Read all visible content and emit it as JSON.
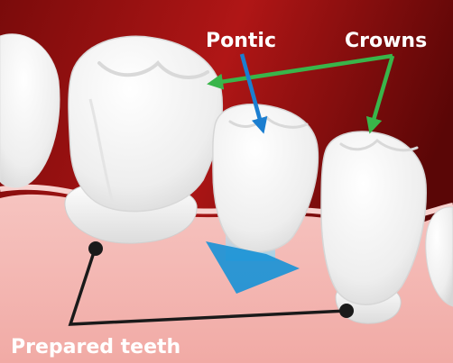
{
  "labels": {
    "pontic": "Pontic",
    "crowns": "Crowns",
    "prepared_teeth": "Prepared teeth"
  },
  "colors": {
    "background_dark": "#5e0707",
    "background_light": "#b41515",
    "gum": "#f2b8b4",
    "tooth": "#f7f7f7",
    "crown_arrow": "#39b54a",
    "pontic_arrow": "#1b7ed0",
    "leader_line": "#1a1a1a",
    "label_text": "#ffffff"
  }
}
